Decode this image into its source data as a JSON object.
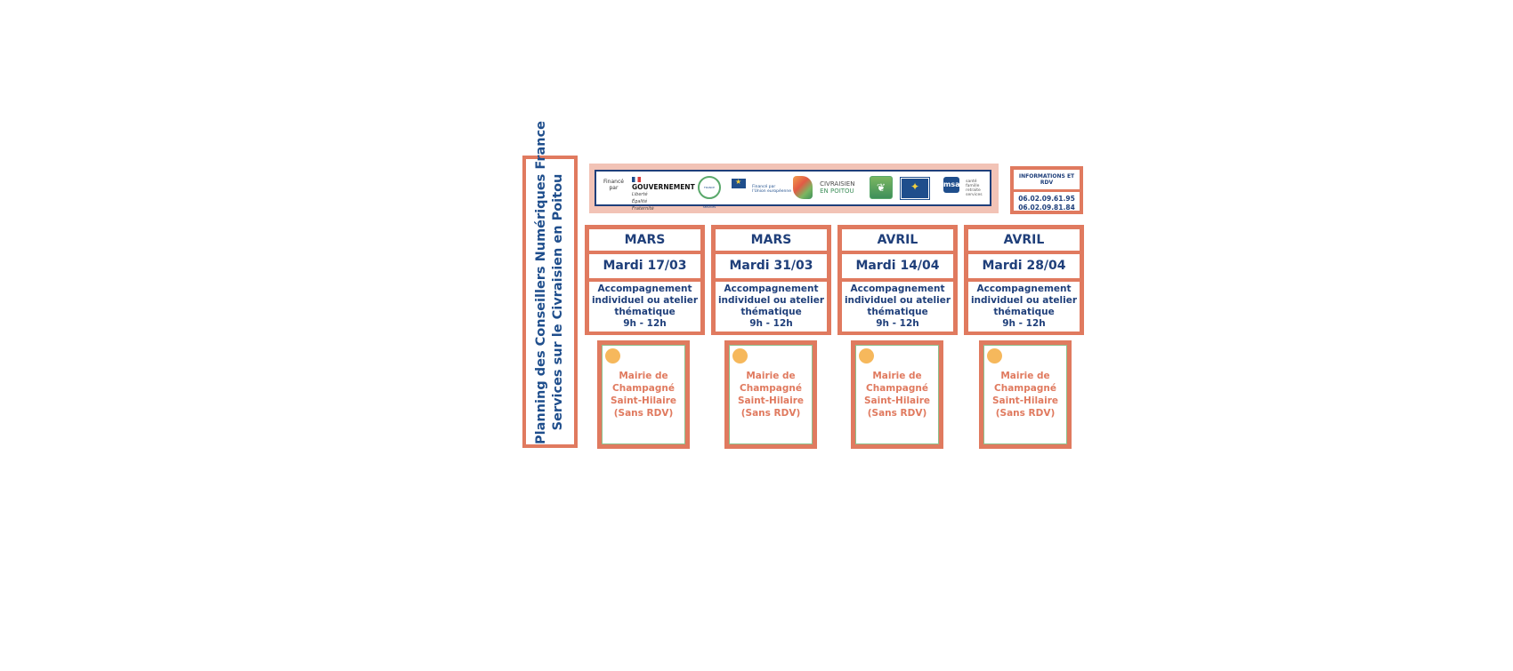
{
  "title": {
    "line1": "Planning des Conseillers Numériques France",
    "line2": "Services sur le Civraisien en Poitou"
  },
  "banner": {
    "finance_line1": "Financé",
    "finance_line2": "par",
    "gov_name": "GOUVERNEMENT",
    "gov_motto_1": "Liberté",
    "gov_motto_2": "Égalité",
    "gov_motto_3": "Fraternité",
    "france_services": "FRANCE SERVICES",
    "eu_text_1": "Financé par",
    "eu_text_2": "l'Union européenne",
    "civ_line1": "CIVRAISIEN",
    "civ_line2": "EN POITOU",
    "leader_logo": "leaf-icon",
    "msa_letters": "msa",
    "msa_text_1": "santé",
    "msa_text_2": "famille",
    "msa_text_3": "retraite",
    "msa_text_4": "services"
  },
  "info": {
    "header": "INFORMATIONS ET RDV",
    "phone1": "06.02.09.61.95",
    "phone2": "06.02.09.81.84"
  },
  "cards": [
    {
      "month": "MARS",
      "date": "Mardi 17/03",
      "desc1": "Accompagnement",
      "desc2": "individuel ou atelier",
      "desc3": "thématique",
      "hours": "9h - 12h",
      "loc1": "Mairie de",
      "loc2": "Champagné",
      "loc3": "Saint-Hilaire",
      "loc4": "(Sans RDV)"
    },
    {
      "month": "MARS",
      "date": "Mardi 31/03",
      "desc1": "Accompagnement",
      "desc2": "individuel ou atelier",
      "desc3": "thématique",
      "hours": "9h - 12h",
      "loc1": "Mairie de",
      "loc2": "Champagné",
      "loc3": "Saint-Hilaire",
      "loc4": "(Sans RDV)"
    },
    {
      "month": "AVRIL",
      "date": "Mardi 14/04",
      "desc1": "Accompagnement",
      "desc2": "individuel ou atelier",
      "desc3": "thématique",
      "hours": "9h - 12h",
      "loc1": "Mairie de",
      "loc2": "Champagné",
      "loc3": "Saint-Hilaire",
      "loc4": "(Sans RDV)"
    },
    {
      "month": "AVRIL",
      "date": "Mardi 28/04",
      "desc1": "Accompagnement",
      "desc2": "individuel ou atelier",
      "desc3": "thématique",
      "hours": "9h - 12h",
      "loc1": "Mairie de",
      "loc2": "Champagné",
      "loc3": "Saint-Hilaire",
      "loc4": "(Sans RDV)"
    }
  ],
  "colors": {
    "accent": "#e07a5f",
    "navy": "#1f3f7a",
    "dot": "#f6b85c"
  }
}
